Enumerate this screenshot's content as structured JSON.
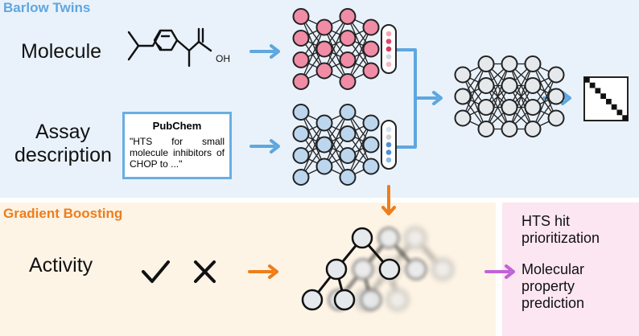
{
  "barlow_title": "Barlow Twins",
  "gradient_title": "Gradient Boosting",
  "molecule_label": "Molecule",
  "assay_label_1": "Assay",
  "assay_label_2": "description",
  "activity_label": "Activity",
  "oh_label": "OH",
  "pubchem": {
    "title": "PubChem",
    "text": "\"HTS for small molecule inhibitors of CHOP to ...\""
  },
  "outputs": {
    "item1_line1": "HTS hit",
    "item1_line2": "prioritization",
    "item2_line1": "Molecular",
    "item2_line2": "property",
    "item2_line3": "prediction"
  },
  "colors": {
    "blue_accent": "#5ea7df",
    "orange_accent": "#ef7d1a",
    "purple_accent": "#c162d8",
    "pink_node": "#f08ca6",
    "blue_node": "#bcd6ee",
    "gray_node": "#e6e9ec"
  },
  "icons": [
    "checkmark-icon",
    "cross-icon",
    "identity-matrix-icon"
  ]
}
